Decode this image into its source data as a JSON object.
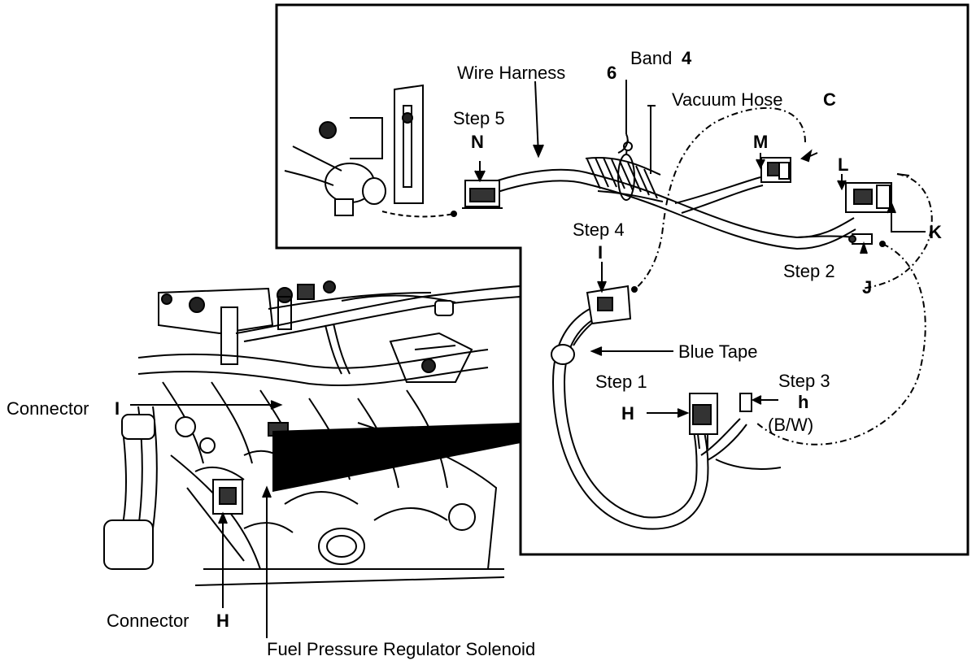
{
  "labels": {
    "wire_harness": "Wire Harness",
    "band_word": "Band",
    "band_num": "4",
    "band_sub": "6",
    "vacuum_hose": "Vacuum Hose",
    "vacuum_letter": "C",
    "step5": "Step 5",
    "letter_N": "N",
    "letter_M": "M",
    "letter_L": "L",
    "letter_K": "K",
    "step4": "Step 4",
    "letter_I": "I",
    "step2": "Step 2",
    "letter_J": "J",
    "blue_tape": "Blue Tape",
    "step1": "Step 1",
    "letter_H": "H",
    "step3": "Step 3",
    "letter_h": "h",
    "bw": "(B/W)",
    "connector_I_word": "Connector",
    "connector_I_letter": "I",
    "connector_H_word": "Connector",
    "connector_H_letter": "H",
    "fuel_regulator": "Fuel Pressure Regulator Solenoid"
  }
}
